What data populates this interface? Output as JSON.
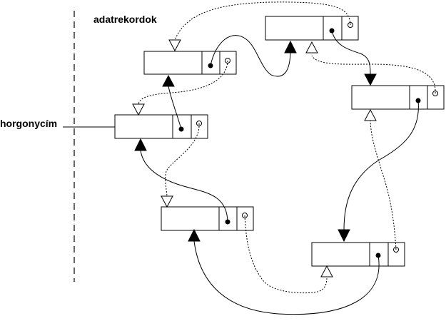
{
  "labels": {
    "records": "adatrekordok",
    "anchor": "horgonycím"
  },
  "nodes": [
    {
      "id": "r1",
      "name": "record-top-center"
    },
    {
      "id": "r2",
      "name": "record-top-left"
    },
    {
      "id": "r3",
      "name": "record-anchor"
    },
    {
      "id": "r4",
      "name": "record-right"
    },
    {
      "id": "r5",
      "name": "record-bottom-left"
    },
    {
      "id": "r6",
      "name": "record-bottom-right"
    }
  ],
  "edges": [
    {
      "name": "next-r3-to-r2",
      "from": "r3",
      "to": "r2",
      "kind": "next"
    },
    {
      "name": "next-r2-to-r1",
      "from": "r2",
      "to": "r1",
      "kind": "next"
    },
    {
      "name": "next-r1-to-r4",
      "from": "r1",
      "to": "r4",
      "kind": "next"
    },
    {
      "name": "next-r4-to-r6",
      "from": "r4",
      "to": "r6",
      "kind": "next"
    },
    {
      "name": "next-r6-to-r5",
      "from": "r6",
      "to": "r5",
      "kind": "next"
    },
    {
      "name": "next-r5-to-r3",
      "from": "r5",
      "to": "r3",
      "kind": "next"
    },
    {
      "name": "prev-r1-to-r2",
      "from": "r1",
      "to": "r2",
      "kind": "prev"
    },
    {
      "name": "prev-r2-to-r3",
      "from": "r2",
      "to": "r3",
      "kind": "prev"
    },
    {
      "name": "prev-r3-to-r5",
      "from": "r3",
      "to": "r5",
      "kind": "prev"
    },
    {
      "name": "prev-r5-to-r6",
      "from": "r5",
      "to": "r6",
      "kind": "prev"
    },
    {
      "name": "prev-r6-to-r4",
      "from": "r6",
      "to": "r4",
      "kind": "prev"
    },
    {
      "name": "prev-r4-to-r1",
      "from": "r4",
      "to": "r1",
      "kind": "prev"
    }
  ]
}
